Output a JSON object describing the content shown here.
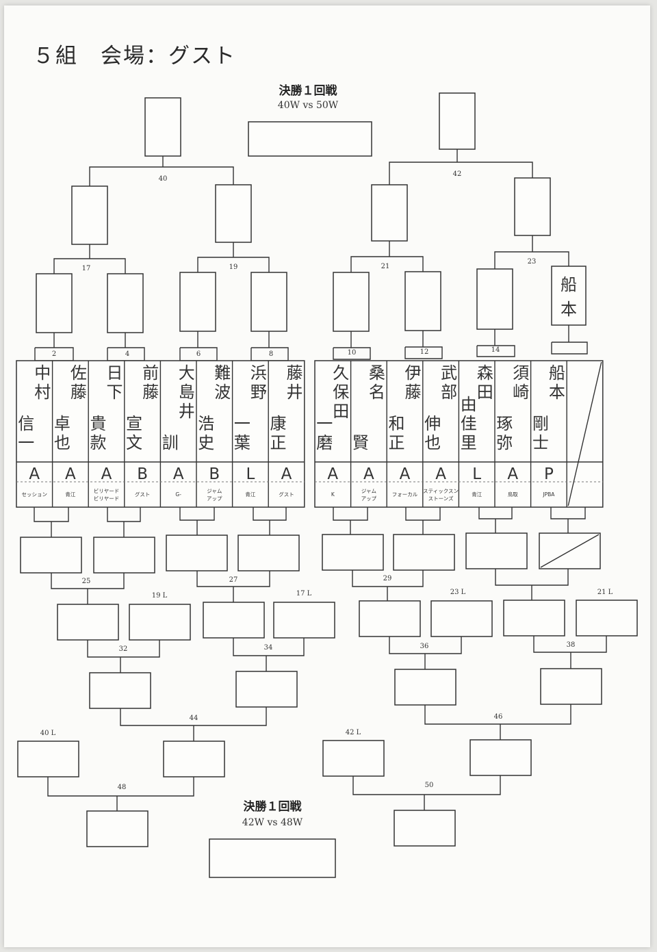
{
  "header": {
    "title": "５組　会場：グスト"
  },
  "final_top": {
    "title": "決勝１回戦",
    "sub": "40W vs 50W"
  },
  "final_bottom": {
    "title": "決勝１回戦",
    "sub": "42W vs 48W"
  },
  "players": [
    {
      "name": [
        "中村",
        "信一"
      ],
      "rank": "A",
      "club": [
        "セッション"
      ]
    },
    {
      "name": [
        "佐藤",
        "卓也"
      ],
      "rank": "A",
      "club": [
        "青江"
      ]
    },
    {
      "name": [
        "日下",
        "貴款"
      ],
      "rank": "A",
      "club": [
        "ビリヤード",
        "ビリヤード"
      ]
    },
    {
      "name": [
        "前藤",
        "宣文"
      ],
      "rank": "B",
      "club": [
        "グスト"
      ]
    },
    {
      "name": [
        "大島井",
        "訓"
      ],
      "rank": "A",
      "club": [
        "G-"
      ]
    },
    {
      "name": [
        "難波",
        "浩史"
      ],
      "rank": "B",
      "club": [
        "ジャム",
        "アップ"
      ]
    },
    {
      "name": [
        "浜野",
        "一葉"
      ],
      "rank": "L",
      "club": [
        "青江"
      ]
    },
    {
      "name": [
        "藤井",
        "康正"
      ],
      "rank": "A",
      "club": [
        "グスト"
      ]
    },
    {
      "name": [
        "久保田",
        "一磨"
      ],
      "rank": "A",
      "club": [
        "K"
      ]
    },
    {
      "name": [
        "桑名",
        "賢"
      ],
      "rank": "A",
      "club": [
        "ジャム",
        "アップ"
      ]
    },
    {
      "name": [
        "伊藤",
        "和正"
      ],
      "rank": "A",
      "club": [
        "フォーカル"
      ]
    },
    {
      "name": [
        "武部",
        "伸也"
      ],
      "rank": "A",
      "club": [
        "スティックスン",
        "ストーンズ"
      ]
    },
    {
      "name": [
        "森田",
        "由佳里"
      ],
      "rank": "L",
      "club": [
        "青江"
      ]
    },
    {
      "name": [
        "須崎",
        "琢弥"
      ],
      "rank": "A",
      "club": [
        "鳥取"
      ]
    },
    {
      "name": [
        "船本",
        "剛士"
      ],
      "rank": "P",
      "club": [
        "JPBA"
      ]
    },
    {
      "name": [],
      "rank": "",
      "club": []
    }
  ],
  "advanced": {
    "box_23_right": "船本"
  },
  "match_numbers": {
    "m2": "2",
    "m4": "4",
    "m6": "6",
    "m8": "8",
    "m10": "10",
    "m12": "12",
    "m14": "14",
    "m17": "17",
    "m19": "19",
    "m21": "21",
    "m23": "23",
    "m40": "40",
    "m42": "42",
    "m25": "25",
    "m27": "27",
    "m29": "29",
    "m32": "32",
    "m34": "34",
    "m36": "36",
    "m38": "38",
    "m44": "44",
    "m46": "46",
    "m48": "48",
    "m50": "50"
  },
  "loser_labels": {
    "l19": "19 L",
    "l17": "17 L",
    "l23": "23 L",
    "l21": "21 L",
    "l40": "40 L",
    "l42": "42 L"
  }
}
